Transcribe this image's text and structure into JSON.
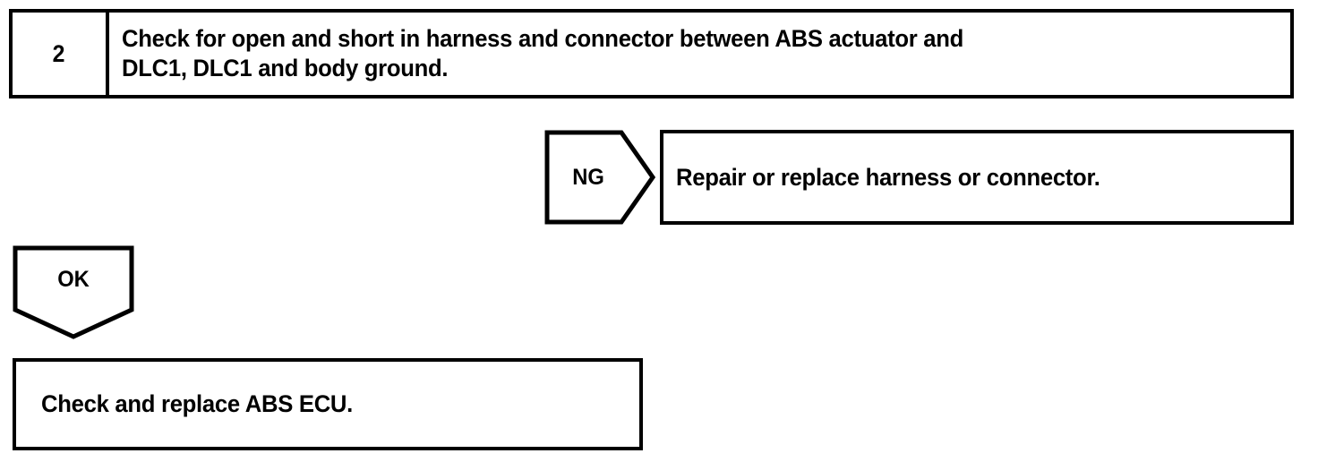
{
  "diagram": {
    "type": "troubleshooting-flowchart",
    "line_color": "#000000",
    "background_color": "#ffffff"
  },
  "step": {
    "number": "2",
    "instruction": "Check for open and short in harness and connector between ABS actuator and\nDLC1, DLC1 and body ground."
  },
  "branches": {
    "ng": {
      "label": "NG",
      "result": "Repair or replace harness or connector."
    },
    "ok": {
      "label": "OK",
      "result": "Check and replace ABS ECU."
    }
  }
}
